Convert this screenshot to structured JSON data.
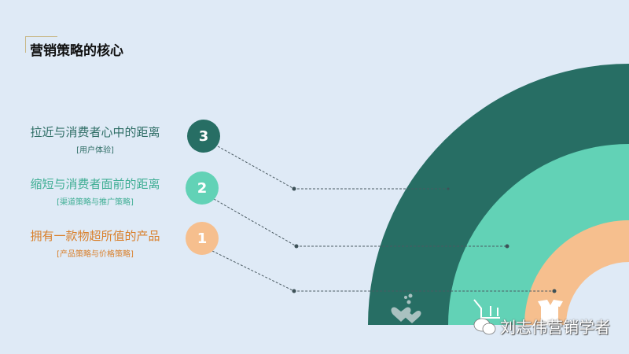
{
  "slide": {
    "title": "营销策略的核心",
    "background": "#dfeaf6"
  },
  "items": [
    {
      "number": "3",
      "main": "拉近与消费者心中的距离",
      "sub": "[用户体验]",
      "color": "#276e64",
      "text_color": "#2f6e66",
      "icon": "hearts-icon"
    },
    {
      "number": "2",
      "main": "缩短与消费者面前的距离",
      "sub": "[渠道策略与推广策略]",
      "color": "#62d2b6",
      "text_color": "#3fae94",
      "icon": "shopping-cart-icon"
    },
    {
      "number": "1",
      "main": "拥有一款物超所值的产品",
      "sub": "[产品策略与价格策略]",
      "color": "#f6bf8e",
      "text_color": "#d9802c",
      "icon": "open-box-icon"
    }
  ],
  "watermark": {
    "text": "刘志伟营销学者",
    "icon": "wechat-icon"
  }
}
